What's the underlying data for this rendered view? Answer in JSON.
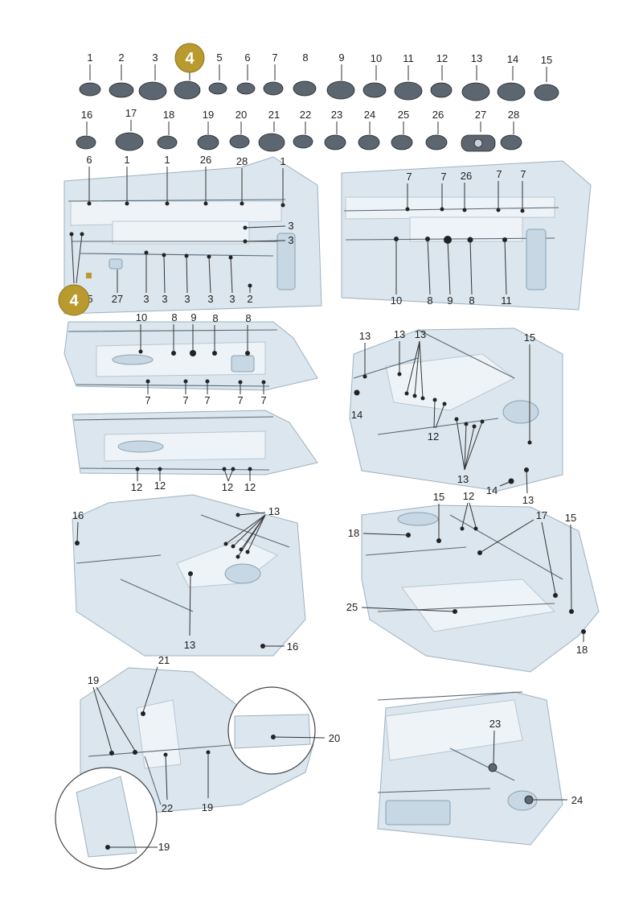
{
  "highlight_color": "#b89a2e",
  "catalog_row1": [
    "1",
    "2",
    "3",
    "4",
    "5",
    "6",
    "7",
    "8",
    "9",
    "10",
    "11",
    "12",
    "13",
    "14",
    "15"
  ],
  "catalog_row2": [
    "16",
    "17",
    "18",
    "19",
    "20",
    "21",
    "22",
    "23",
    "24",
    "25",
    "26",
    "27",
    "28"
  ],
  "highlighted_part": "4",
  "views": {
    "front_firewall_left": {
      "top_callouts": [
        "6",
        "1",
        "1",
        "26",
        "28",
        "1"
      ],
      "side_callouts": [
        "3",
        "3"
      ],
      "bottom_callouts": [
        "5",
        "27",
        "3",
        "3",
        "3",
        "3",
        "3",
        "2"
      ],
      "badge": "4"
    },
    "front_firewall_right": {
      "top_callouts": [
        "7",
        "7",
        "26",
        "7",
        "7"
      ],
      "bottom_callouts": [
        "10",
        "8",
        "9",
        "8",
        "11"
      ]
    },
    "sill_upper": {
      "top_callouts": [
        "10",
        "8",
        "9",
        "8",
        "8"
      ],
      "bottom_callouts": [
        "7",
        "7",
        "7",
        "7",
        "7"
      ]
    },
    "sill_lower": {
      "bottom_callouts": [
        "12",
        "12",
        "12",
        "12"
      ]
    },
    "floor_center": {
      "callouts": [
        "13",
        "13",
        "13",
        "15",
        "14",
        "12",
        "13",
        "14",
        "13"
      ]
    },
    "floor_left": {
      "callouts": [
        "16",
        "13",
        "13",
        "16"
      ]
    },
    "floor_rear": {
      "callouts": [
        "15",
        "12",
        "18",
        "17",
        "15",
        "25",
        "18"
      ]
    },
    "rear_interior": {
      "callouts": [
        "21",
        "19",
        "20",
        "22",
        "19",
        "19"
      ]
    },
    "rear_quarter": {
      "callouts": [
        "23",
        "24"
      ]
    }
  }
}
